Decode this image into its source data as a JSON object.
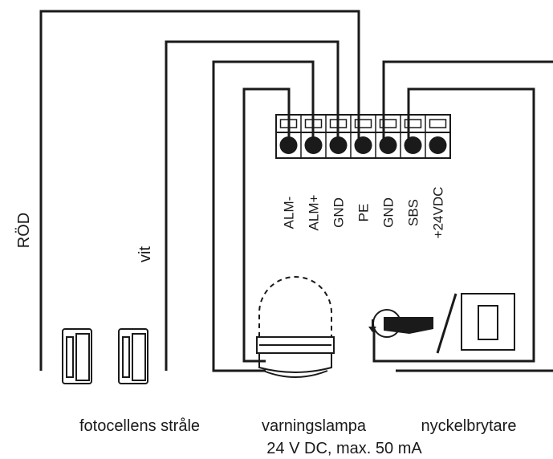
{
  "labels": {
    "wire_red": "RÖD",
    "wire_white": "vit",
    "photocell": "fotocellens stråle",
    "warning_lamp": "varningslampa",
    "lamp_spec": "24 V DC, max. 50 mA",
    "key_switch": "nyckelbrytare"
  },
  "terminals": [
    "ALM-",
    "ALM+",
    "GND",
    "PE",
    "GND",
    "SBS",
    "+24VDC"
  ],
  "colors": {
    "line": "#1a1a1a",
    "background": "#ffffff"
  },
  "icons": [
    "photocell-icon",
    "warning-lamp-icon",
    "key-switch-icon",
    "terminal-block-icon"
  ]
}
